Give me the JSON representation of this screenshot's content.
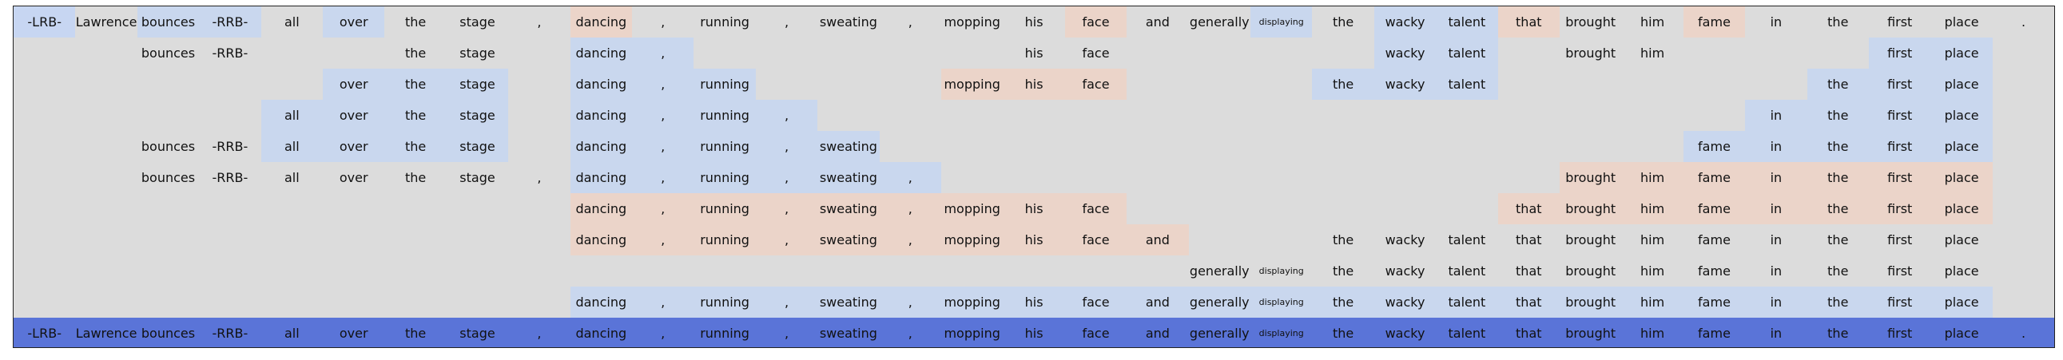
{
  "tokens": [
    "-LRB-",
    "Lawrence",
    "bounces",
    "-RRB-",
    "all",
    "over",
    "the",
    "stage",
    ",",
    "dancing",
    ",",
    "running",
    ",",
    "sweating",
    ",",
    "mopping",
    "his",
    "face",
    "and",
    "generally",
    "displaying",
    "the",
    "wacky",
    "talent",
    "that",
    "brought",
    "him",
    "fame",
    "in",
    "the",
    "first",
    "place",
    "."
  ],
  "colors": {
    "blue": "#c9d7ee",
    "orange": "#ebd4c9",
    "strong_blue": "#5a74d8",
    "light_blue": "#c7d6f2"
  },
  "rows": [
    [
      [
        0,
        "light_blue"
      ],
      [
        1,
        null
      ],
      [
        2,
        "blue"
      ],
      [
        3,
        "blue"
      ],
      [
        4,
        null
      ],
      [
        5,
        "blue"
      ],
      [
        6,
        null
      ],
      [
        7,
        null
      ],
      [
        8,
        null
      ],
      [
        9,
        "orange"
      ],
      [
        10,
        null
      ],
      [
        11,
        null
      ],
      [
        12,
        null
      ],
      [
        13,
        null
      ],
      [
        14,
        null
      ],
      [
        15,
        null
      ],
      [
        16,
        null
      ],
      [
        17,
        "orange"
      ],
      [
        18,
        null
      ],
      [
        19,
        null
      ],
      [
        20,
        "blue"
      ],
      [
        21,
        null
      ],
      [
        22,
        "blue"
      ],
      [
        23,
        "blue"
      ],
      [
        24,
        "orange"
      ],
      [
        25,
        null
      ],
      [
        26,
        null
      ],
      [
        27,
        "orange"
      ],
      [
        28,
        null
      ],
      [
        29,
        null
      ],
      [
        30,
        null
      ],
      [
        31,
        null
      ],
      [
        32,
        null
      ]
    ],
    [
      [
        2,
        null
      ],
      [
        3,
        null
      ],
      [
        6,
        null
      ],
      [
        7,
        null
      ],
      [
        9,
        "blue"
      ],
      [
        10,
        "blue"
      ],
      [
        16,
        null
      ],
      [
        17,
        null
      ],
      [
        22,
        "blue"
      ],
      [
        23,
        "blue"
      ],
      [
        25,
        null
      ],
      [
        26,
        null
      ],
      [
        30,
        "blue"
      ],
      [
        31,
        "blue"
      ]
    ],
    [
      [
        5,
        "blue"
      ],
      [
        6,
        "blue"
      ],
      [
        7,
        "blue"
      ],
      [
        9,
        "blue"
      ],
      [
        10,
        "blue"
      ],
      [
        11,
        "blue"
      ],
      [
        15,
        "orange"
      ],
      [
        16,
        "orange"
      ],
      [
        17,
        "orange"
      ],
      [
        21,
        "blue"
      ],
      [
        22,
        "blue"
      ],
      [
        23,
        "blue"
      ],
      [
        29,
        "blue"
      ],
      [
        30,
        "blue"
      ],
      [
        31,
        "blue"
      ]
    ],
    [
      [
        4,
        "blue"
      ],
      [
        5,
        "blue"
      ],
      [
        6,
        "blue"
      ],
      [
        7,
        "blue"
      ],
      [
        9,
        "blue"
      ],
      [
        10,
        "blue"
      ],
      [
        11,
        "blue"
      ],
      [
        12,
        "blue"
      ],
      [
        28,
        "blue"
      ],
      [
        29,
        "blue"
      ],
      [
        30,
        "blue"
      ],
      [
        31,
        "blue"
      ]
    ],
    [
      [
        2,
        null
      ],
      [
        3,
        null
      ],
      [
        4,
        "blue"
      ],
      [
        5,
        "blue"
      ],
      [
        6,
        "blue"
      ],
      [
        7,
        "blue"
      ],
      [
        9,
        "blue"
      ],
      [
        10,
        "blue"
      ],
      [
        11,
        "blue"
      ],
      [
        12,
        "blue"
      ],
      [
        13,
        "blue"
      ],
      [
        27,
        "blue"
      ],
      [
        28,
        "blue"
      ],
      [
        29,
        "blue"
      ],
      [
        30,
        "blue"
      ],
      [
        31,
        "blue"
      ]
    ],
    [
      [
        2,
        null
      ],
      [
        3,
        null
      ],
      [
        4,
        null
      ],
      [
        5,
        null
      ],
      [
        6,
        null
      ],
      [
        7,
        null
      ],
      [
        8,
        null
      ],
      [
        9,
        "blue"
      ],
      [
        10,
        "blue"
      ],
      [
        11,
        "blue"
      ],
      [
        12,
        "blue"
      ],
      [
        13,
        "blue"
      ],
      [
        14,
        "blue"
      ],
      [
        25,
        "orange"
      ],
      [
        26,
        "orange"
      ],
      [
        27,
        "orange"
      ],
      [
        28,
        "orange"
      ],
      [
        29,
        "orange"
      ],
      [
        30,
        "orange"
      ],
      [
        31,
        "orange"
      ]
    ],
    [
      [
        9,
        "orange"
      ],
      [
        10,
        "orange"
      ],
      [
        11,
        "orange"
      ],
      [
        12,
        "orange"
      ],
      [
        13,
        "orange"
      ],
      [
        14,
        "orange"
      ],
      [
        15,
        "orange"
      ],
      [
        16,
        "orange"
      ],
      [
        17,
        "orange"
      ],
      [
        24,
        "orange"
      ],
      [
        25,
        "orange"
      ],
      [
        26,
        "orange"
      ],
      [
        27,
        "orange"
      ],
      [
        28,
        "orange"
      ],
      [
        29,
        "orange"
      ],
      [
        30,
        "orange"
      ],
      [
        31,
        "orange"
      ]
    ],
    [
      [
        9,
        "orange"
      ],
      [
        10,
        "orange"
      ],
      [
        11,
        "orange"
      ],
      [
        12,
        "orange"
      ],
      [
        13,
        "orange"
      ],
      [
        14,
        "orange"
      ],
      [
        15,
        "orange"
      ],
      [
        16,
        "orange"
      ],
      [
        17,
        "orange"
      ],
      [
        18,
        "orange"
      ],
      [
        21,
        null
      ],
      [
        22,
        null
      ],
      [
        23,
        null
      ],
      [
        24,
        null
      ],
      [
        25,
        null
      ],
      [
        26,
        null
      ],
      [
        27,
        null
      ],
      [
        28,
        null
      ],
      [
        29,
        null
      ],
      [
        30,
        null
      ],
      [
        31,
        null
      ]
    ],
    [
      [
        19,
        null
      ],
      [
        20,
        null
      ],
      [
        21,
        null
      ],
      [
        22,
        null
      ],
      [
        23,
        null
      ],
      [
        24,
        null
      ],
      [
        25,
        null
      ],
      [
        26,
        null
      ],
      [
        27,
        null
      ],
      [
        28,
        null
      ],
      [
        29,
        null
      ],
      [
        30,
        null
      ],
      [
        31,
        null
      ]
    ],
    [
      [
        9,
        "blue"
      ],
      [
        10,
        "blue"
      ],
      [
        11,
        "blue"
      ],
      [
        12,
        "blue"
      ],
      [
        13,
        "blue"
      ],
      [
        14,
        "blue"
      ],
      [
        15,
        "blue"
      ],
      [
        16,
        "blue"
      ],
      [
        17,
        "blue"
      ],
      [
        18,
        "blue"
      ],
      [
        19,
        "blue"
      ],
      [
        20,
        "blue"
      ],
      [
        21,
        "blue"
      ],
      [
        22,
        "blue"
      ],
      [
        23,
        "blue"
      ],
      [
        24,
        "blue"
      ],
      [
        25,
        "blue"
      ],
      [
        26,
        "blue"
      ],
      [
        27,
        "blue"
      ],
      [
        28,
        "blue"
      ],
      [
        29,
        "blue"
      ],
      [
        30,
        "blue"
      ],
      [
        31,
        "blue"
      ]
    ],
    [
      [
        0,
        "strong_blue"
      ],
      [
        1,
        "strong_blue"
      ],
      [
        2,
        "strong_blue"
      ],
      [
        3,
        "strong_blue"
      ],
      [
        4,
        "strong_blue"
      ],
      [
        5,
        "strong_blue"
      ],
      [
        6,
        "strong_blue"
      ],
      [
        7,
        "strong_blue"
      ],
      [
        8,
        "strong_blue"
      ],
      [
        9,
        "strong_blue"
      ],
      [
        10,
        "strong_blue"
      ],
      [
        11,
        "strong_blue"
      ],
      [
        12,
        "strong_blue"
      ],
      [
        13,
        "strong_blue"
      ],
      [
        14,
        "strong_blue"
      ],
      [
        15,
        "strong_blue"
      ],
      [
        16,
        "strong_blue"
      ],
      [
        17,
        "strong_blue"
      ],
      [
        18,
        "strong_blue"
      ],
      [
        19,
        "strong_blue"
      ],
      [
        20,
        "strong_blue"
      ],
      [
        21,
        "strong_blue"
      ],
      [
        22,
        "strong_blue"
      ],
      [
        23,
        "strong_blue"
      ],
      [
        24,
        "strong_blue"
      ],
      [
        25,
        "strong_blue"
      ],
      [
        26,
        "strong_blue"
      ],
      [
        27,
        "strong_blue"
      ],
      [
        28,
        "strong_blue"
      ],
      [
        29,
        "strong_blue"
      ],
      [
        30,
        "strong_blue"
      ],
      [
        31,
        "strong_blue"
      ],
      [
        32,
        "strong_blue"
      ]
    ]
  ]
}
